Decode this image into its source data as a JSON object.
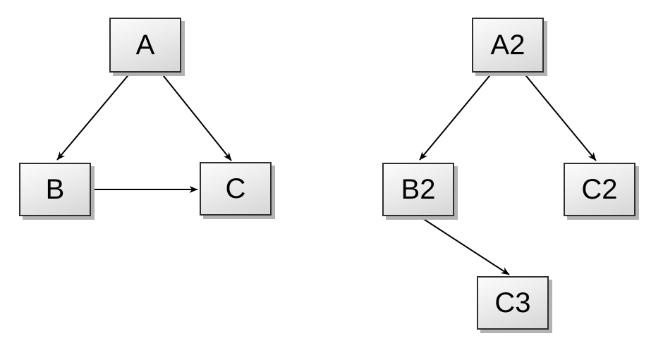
{
  "canvas": {
    "background_color": "#ffffff"
  },
  "style": {
    "node_fill_top": "#fcfcfc",
    "node_fill_bottom": "#d6d6d6",
    "node_border_color": "#2f2f2f",
    "node_shadow_color": "#b3b3b3",
    "edge_color": "#000000",
    "label_color": "#000000"
  },
  "diagram": {
    "graphs": [
      {
        "name": "left-graph",
        "nodes": [
          {
            "id": "A",
            "label": "A"
          },
          {
            "id": "B",
            "label": "B"
          },
          {
            "id": "C",
            "label": "C"
          }
        ],
        "edges": [
          {
            "from": "A",
            "to": "B",
            "directed": true
          },
          {
            "from": "A",
            "to": "C",
            "directed": true
          },
          {
            "from": "B",
            "to": "C",
            "directed": true
          }
        ]
      },
      {
        "name": "right-graph",
        "nodes": [
          {
            "id": "A2",
            "label": "A2"
          },
          {
            "id": "B2",
            "label": "B2"
          },
          {
            "id": "C2",
            "label": "C2"
          },
          {
            "id": "C3",
            "label": "C3"
          }
        ],
        "edges": [
          {
            "from": "A2",
            "to": "B2",
            "directed": true
          },
          {
            "from": "A2",
            "to": "C2",
            "directed": true
          },
          {
            "from": "B2",
            "to": "C3",
            "directed": true
          }
        ]
      }
    ]
  }
}
